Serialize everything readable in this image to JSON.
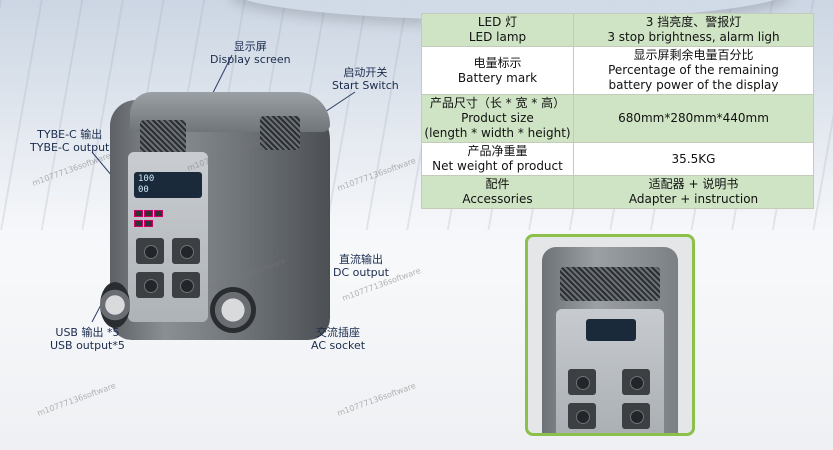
{
  "callouts": {
    "display": {
      "zh": "显示屏",
      "en": "Display screen"
    },
    "start": {
      "zh": "启动开关",
      "en": "Start Switch"
    },
    "typec": {
      "zh": "TYBE-C 输出",
      "en": "TYBE-C output"
    },
    "dc": {
      "zh": "直流输出",
      "en": "DC output"
    },
    "usb": {
      "zh": "USB 输出 *5",
      "en": "USB output*5"
    },
    "ac": {
      "zh": "交流插座",
      "en": "AC socket"
    }
  },
  "screen": {
    "line1": "100",
    "line2": "00"
  },
  "spec_table": [
    {
      "key": [
        "LED 灯",
        "LED lamp"
      ],
      "value": [
        "3 挡亮度、警报灯",
        "3 stop brightness, alarm ligh"
      ]
    },
    {
      "key": [
        "电量标示",
        "Battery mark"
      ],
      "value": [
        "显示屏剩余电量百分比",
        "Percentage of the remaining",
        "battery power of the display"
      ]
    },
    {
      "key": [
        "产品尺寸（长 * 宽 * 高）",
        "Product size",
        "(length * width * height)"
      ],
      "value": [
        "680mm*280mm*440mm"
      ]
    },
    {
      "key": [
        "产品净重量",
        "Net weight of product"
      ],
      "value": [
        "35.5KG"
      ]
    },
    {
      "key": [
        "配件",
        "Accessories"
      ],
      "value": [
        "适配器 + 说明书",
        "Adapter + instruction"
      ]
    }
  ],
  "watermark": "m10777136software",
  "colors": {
    "table_header_green": "#cfe4c4",
    "photo_border": "#8cc04a",
    "callout_text": "#1a2b4c"
  }
}
